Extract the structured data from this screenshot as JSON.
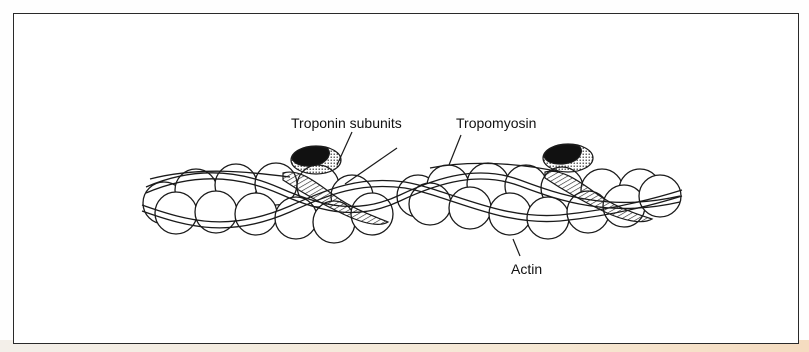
{
  "labels": {
    "troponin": "Troponin subunits",
    "tropomyosin": "Tropomyosin",
    "actin": "Actin"
  },
  "colors": {
    "line": "#1a1a1a",
    "troponin_dark": "#111111",
    "frame": "#2a2a2a"
  }
}
